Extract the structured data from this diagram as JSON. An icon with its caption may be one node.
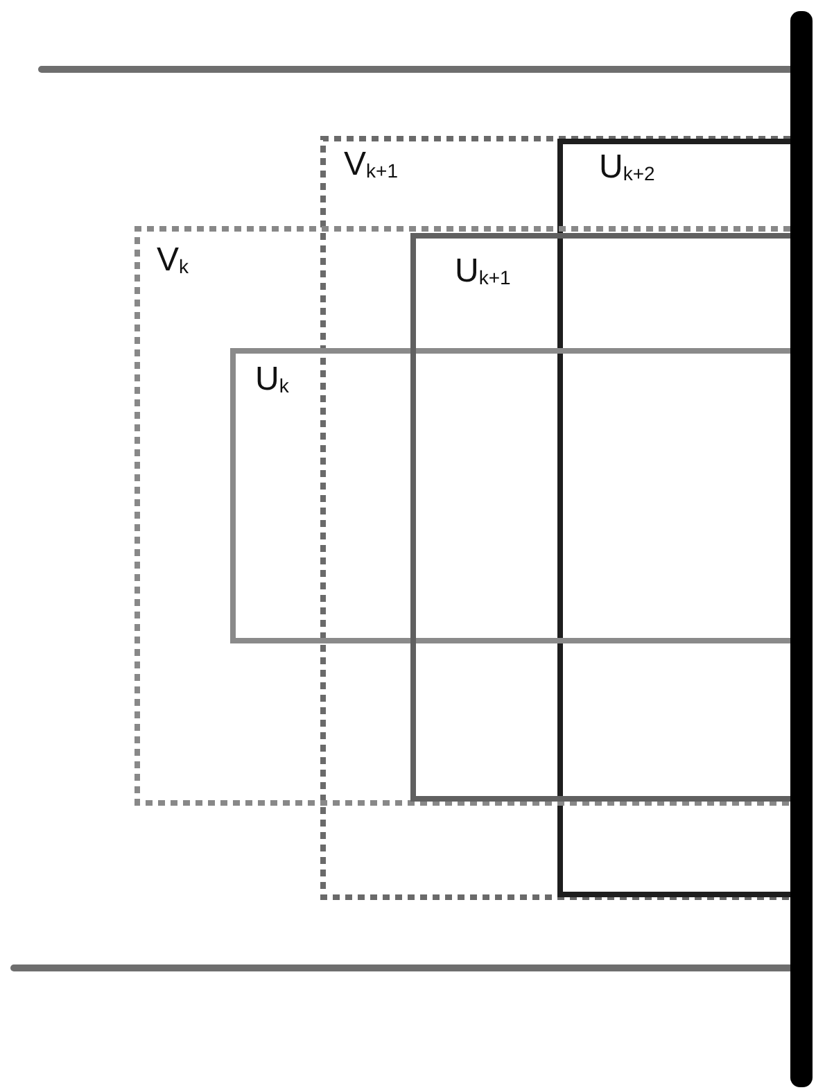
{
  "diagram": {
    "nodes": [
      {
        "text": [
          "V$_{k+1}$"
        ]
      },
      {
        "text": [
          "U$_{k+2}$"
        ],
        "in": 0
      },
      {
        "text": [
          "V$_{k}$"
        ]
      },
      {
        "text": [
          "U$_{k+1}$"
        ]
      },
      {
        "text": [
          "U$_{k}$"
        ],
        "in": 2
      }
    ]
  }
}
